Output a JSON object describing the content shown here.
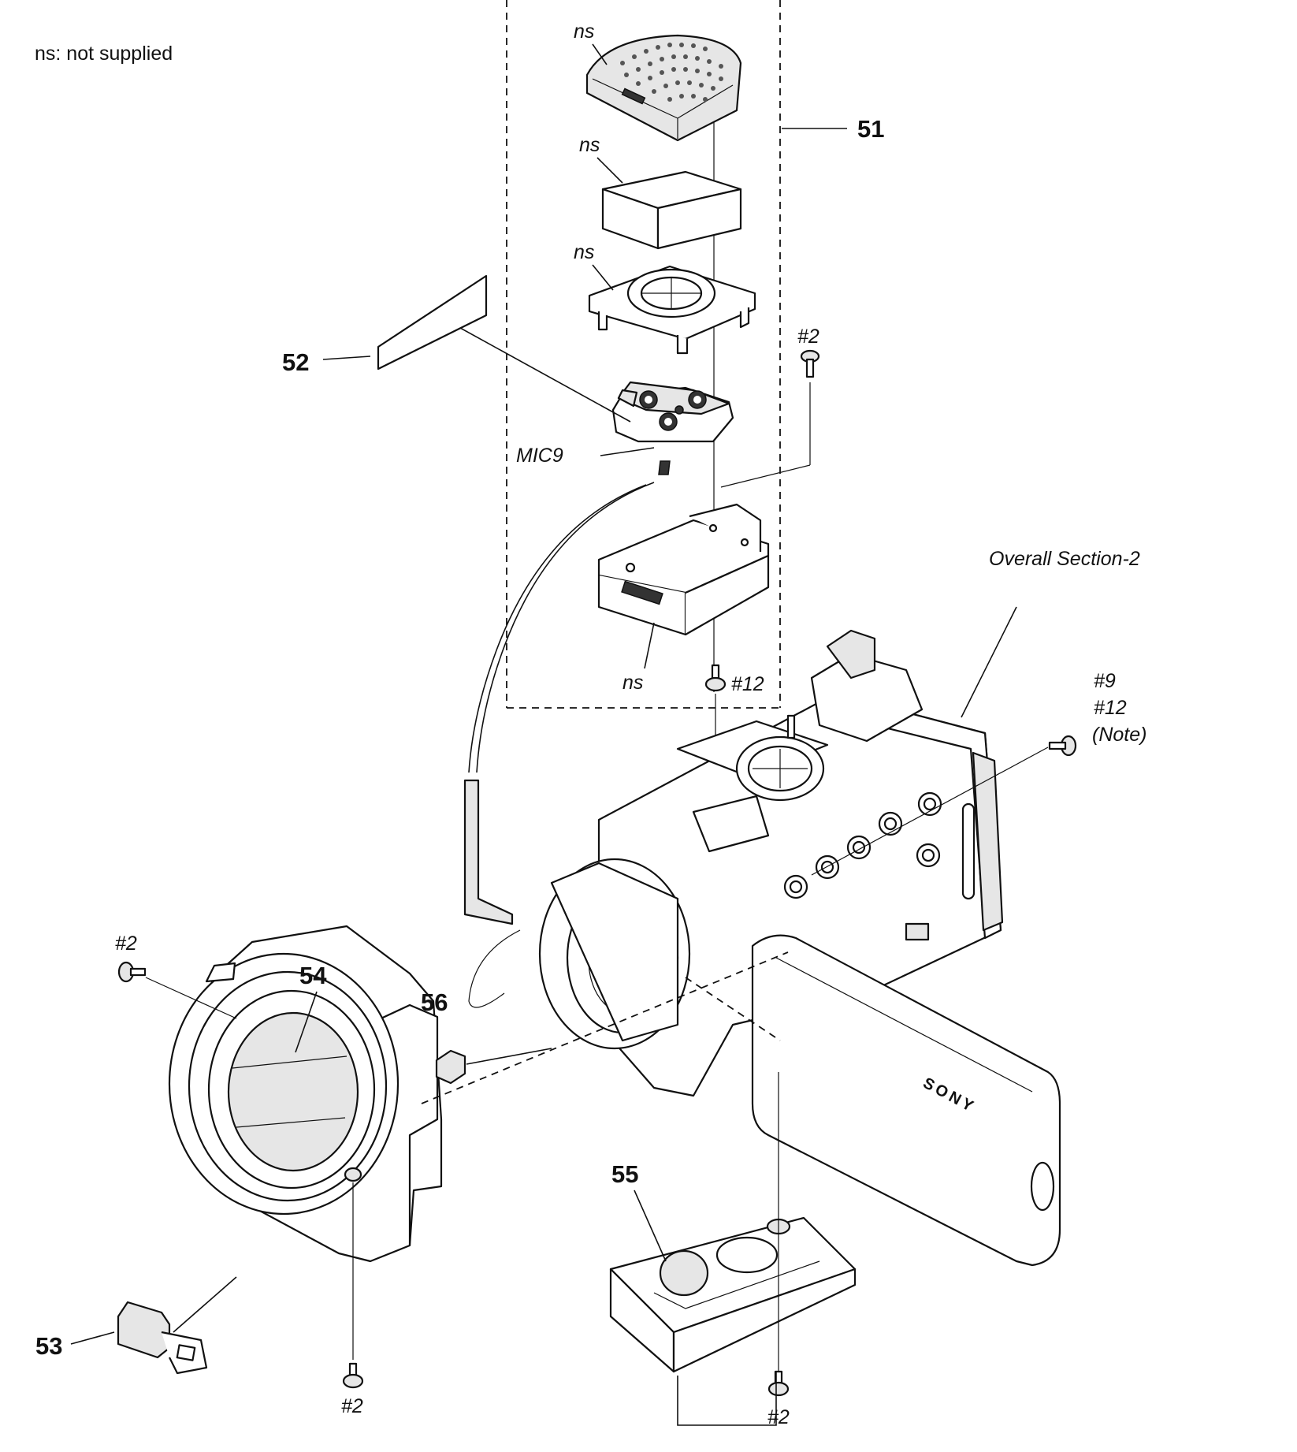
{
  "legend": {
    "note": "ns: not supplied"
  },
  "callouts": {
    "part_51": "51",
    "part_52": "52",
    "part_53": "53",
    "part_54": "54",
    "part_55": "55",
    "part_56": "56"
  },
  "labels": {
    "ns": "ns",
    "mic": "MIC9",
    "overall_section": "Overall Section-2",
    "screw_2": "#2",
    "screw_12": "#12",
    "screw_9": "#9",
    "note": "(Note)"
  },
  "branding": {
    "logo_text": "SONY"
  }
}
